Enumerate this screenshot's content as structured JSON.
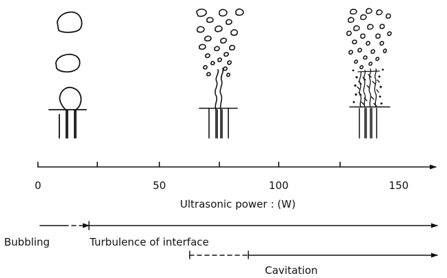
{
  "axis": {
    "tick_labels": [
      "0",
      "50",
      "100",
      "150"
    ],
    "label": "Ultrasonic power : (W)"
  },
  "regimes": {
    "bubbling": "Bubbling",
    "turbulence": "Turbulence of interface",
    "cavitation": "Cavitation"
  },
  "colors": {
    "ink": "#111111",
    "background": "#ffffff"
  }
}
